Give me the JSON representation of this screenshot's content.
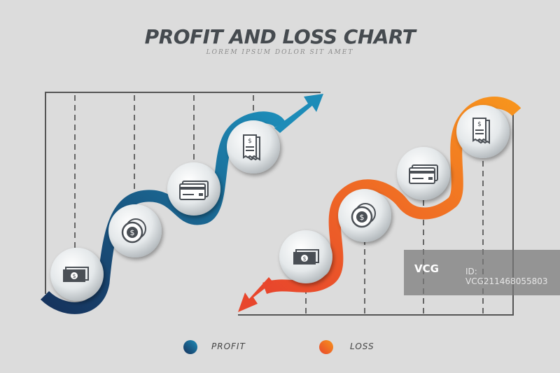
{
  "header": {
    "title": "PROFIT AND LOSS CHART",
    "subtitle": "LOREM IPSUM DOLOR SIT AMET"
  },
  "legend": [
    {
      "label": "PROFIT",
      "color": "#1f4f7a"
    },
    {
      "label": "LOSS",
      "color": "#f26b2a"
    }
  ],
  "profit_steps": [
    {
      "icon": "banknote-icon"
    },
    {
      "icon": "coin-icon"
    },
    {
      "icon": "credit-card-icon"
    },
    {
      "icon": "receipt-icon"
    }
  ],
  "loss_steps": [
    {
      "icon": "banknote-icon"
    },
    {
      "icon": "coin-icon"
    },
    {
      "icon": "credit-card-icon"
    },
    {
      "icon": "receipt-icon"
    }
  ],
  "colors": {
    "profit_dark": "#16325c",
    "profit_light": "#1d7fae",
    "loss_red": "#e8462c",
    "loss_orange": "#f7941d"
  },
  "watermark": {
    "logo": "VCG",
    "id": "ID: VCG211468055803"
  }
}
